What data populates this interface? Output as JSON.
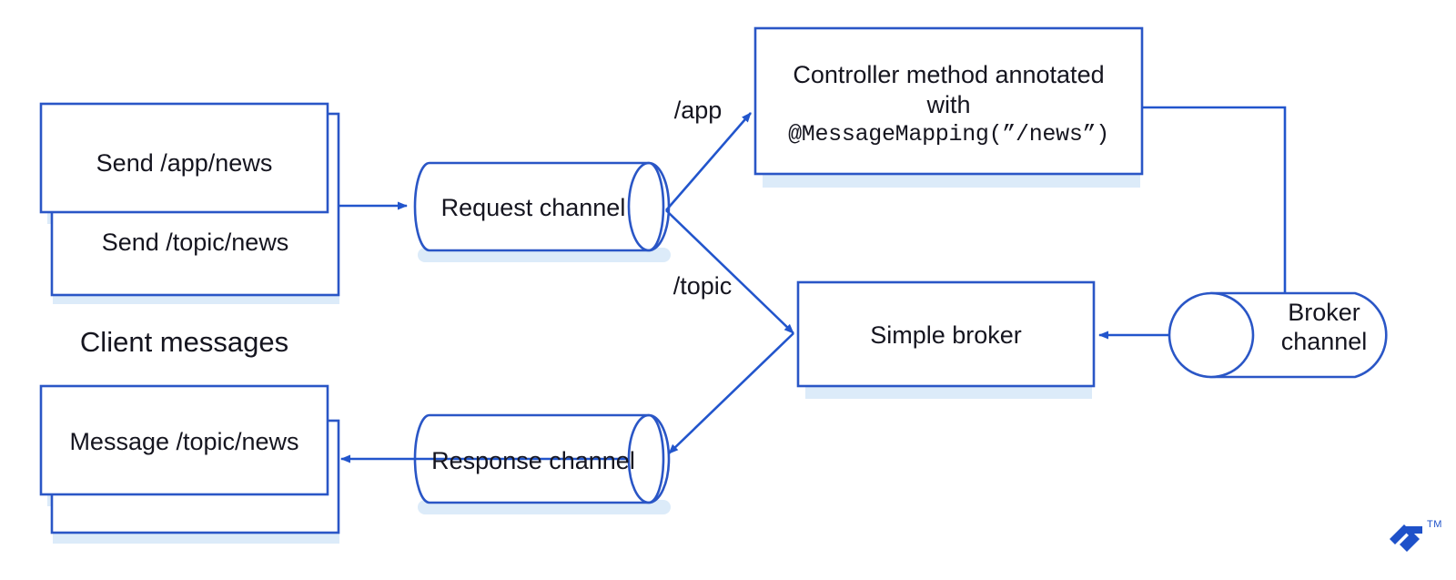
{
  "diagram": {
    "title": "Spring WebSocket STOMP message flow",
    "colors": {
      "stroke": "#2a56c6",
      "stroke_dark": "#1e51c9",
      "arrow": "#2255cc",
      "shadow": "#dcebf9",
      "text": "#15151f",
      "background": "#ffffff"
    },
    "client_stack": {
      "front_label": "Send /app/news",
      "back_label": "Send /topic/news",
      "group_label": "Client messages"
    },
    "channels": {
      "request": "Request channel",
      "response": "Response channel",
      "broker": "Broker\nchannel"
    },
    "nodes": {
      "controller_line1": "Controller method annotated",
      "controller_line2": "with",
      "controller_annotation": "@MessageMapping(”/news”)",
      "simple_broker": "Simple broker"
    },
    "message_stack": {
      "front_label": "Message /topic/news"
    },
    "edge_labels": {
      "app": "/app",
      "topic": "/topic"
    },
    "branding": {
      "trademark": "TM",
      "logo_name": "toptal-logo"
    }
  }
}
